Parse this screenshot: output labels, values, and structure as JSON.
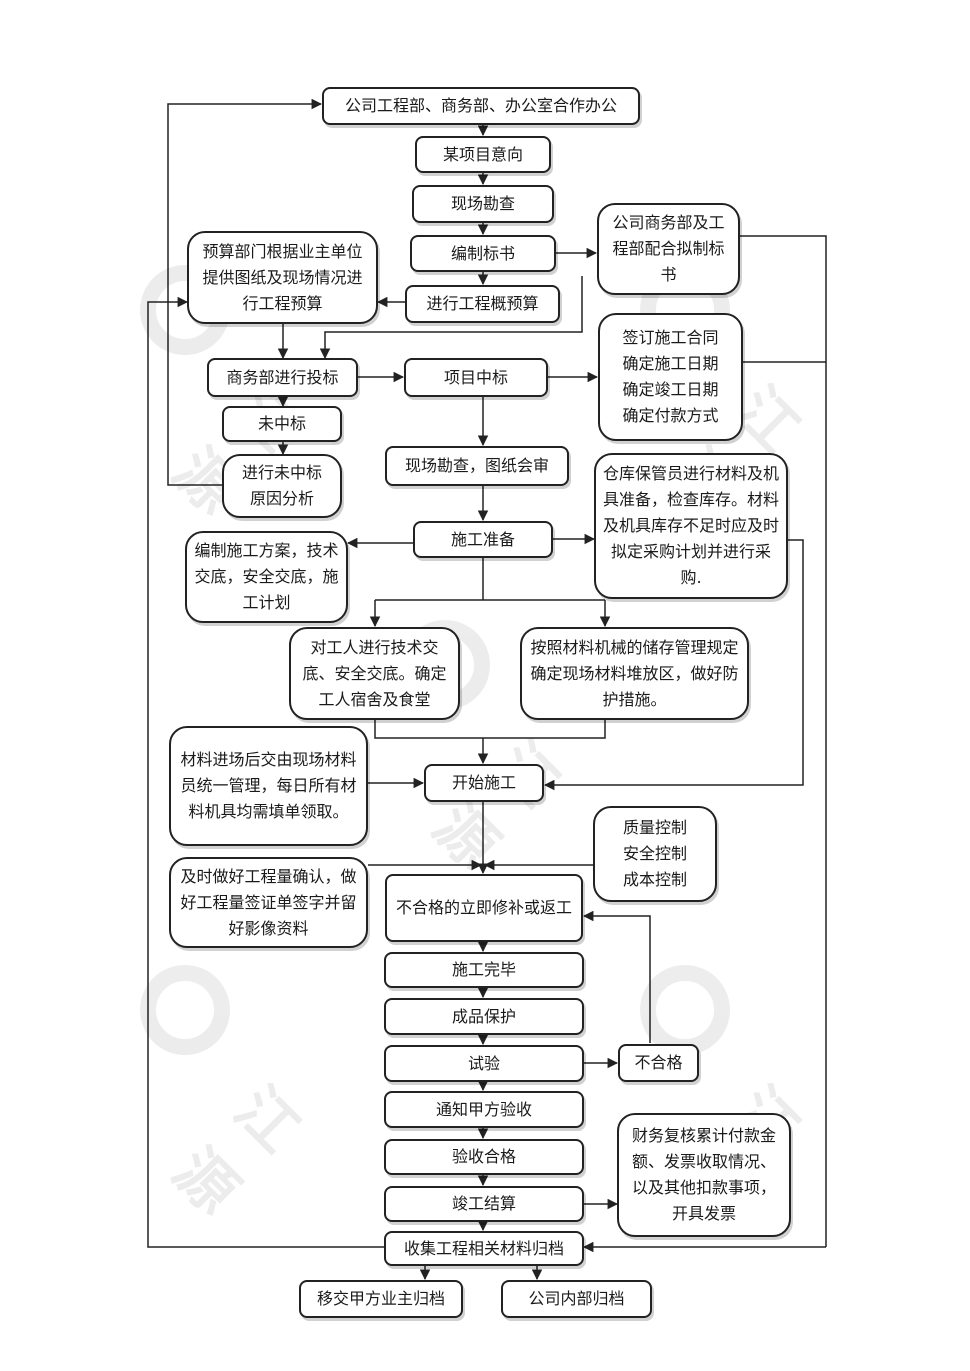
{
  "watermark": {
    "text": "江源"
  },
  "nodes": {
    "top": "公司工程部、商务部、办公室合作办公",
    "intent": "某项目意向",
    "survey1": "现场勘查",
    "tender_doc": "编制标书",
    "prelim_budget": "进行工程概预算",
    "budget_dept": "预算部门根据业主单位提供图纸及现场情况进行工程预算",
    "bizdept_tender": "公司商务部及工程部配合拟制标书",
    "bidding": "商务部进行投标",
    "win_bid": "项目中标",
    "contract": "签订施工合同\n确定施工日期\n确定竣工日期\n确定付款方式",
    "not_win": "未中标",
    "loss_analysis": "进行未中标\n原因分析",
    "survey2": "现场勘查，图纸会审",
    "warehouse": "仓库保管员进行材料及机具准备，检查库存。材料及机具库存不足时应及时拟定采购计划并进行采购.",
    "prep": "施工准备",
    "plan": "编制施工方案，技术交底，安全交底，施工计划",
    "workers": "对工人进行技术交底、安全交底。确定工人宿舍及食堂",
    "storage": "按照材料机械的储存管理规定确定现场材料堆放区，做好防护措施。",
    "materials_in": "材料进场后交由现场材料员统一管理，每日所有材料机具均需填单领取。",
    "start": "开始施工",
    "controls": "质量控制\n安全控制\n成本控制",
    "quantity": "及时做好工程量确认，做好工程量签证单签字并留好影像资料",
    "rework": "不合格的立即修补或返工",
    "complete": "施工完毕",
    "protect": "成品保护",
    "test": "试验",
    "fail": "不合格",
    "notify": "通知甲方验收",
    "accept": "验收合格",
    "settle": "竣工结算",
    "finance": "财务复核累计付款金额、发票收取情况、以及其他扣款事项，开具发票",
    "collect": "收集工程相关材料归档",
    "handover": "移交甲方业主归档",
    "internal": "公司内部归档"
  }
}
